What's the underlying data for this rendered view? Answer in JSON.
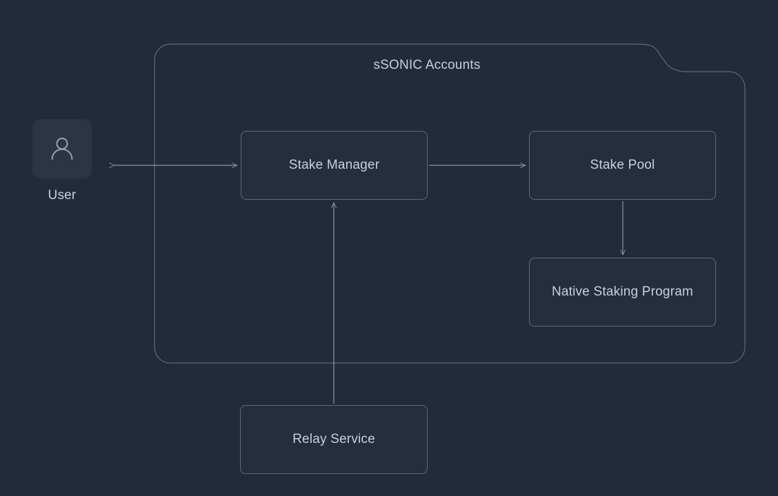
{
  "diagram": {
    "title": "sSONIC Accounts",
    "background_color": "#222b3a",
    "stroke_color": "#5c6a80",
    "text_color": "#c8d0dc",
    "node_fill_color": "#252e3e",
    "tile_fill_color": "#2c3546",
    "group": {
      "label": "sSONIC Accounts",
      "shape": "folder-notched-rounded-rect"
    },
    "actor": {
      "icon": "user-icon",
      "label": "User"
    },
    "nodes": [
      {
        "id": "stake-manager",
        "label": "Stake Manager"
      },
      {
        "id": "stake-pool",
        "label": "Stake Pool"
      },
      {
        "id": "native-staking",
        "label": "Native Staking Program"
      },
      {
        "id": "relay-service",
        "label": "Relay Service"
      }
    ],
    "edges": [
      {
        "id": "user-stake-manager",
        "from": "User",
        "to": "Stake Manager",
        "direction": "bidirectional"
      },
      {
        "id": "stake-manager-stake-pool",
        "from": "Stake Manager",
        "to": "Stake Pool",
        "direction": "forward"
      },
      {
        "id": "stake-pool-native-staking",
        "from": "Stake Pool",
        "to": "Native Staking Program",
        "direction": "forward"
      },
      {
        "id": "relay-stake-manager",
        "from": "Relay Service",
        "to": "Stake Manager",
        "direction": "forward"
      }
    ]
  }
}
